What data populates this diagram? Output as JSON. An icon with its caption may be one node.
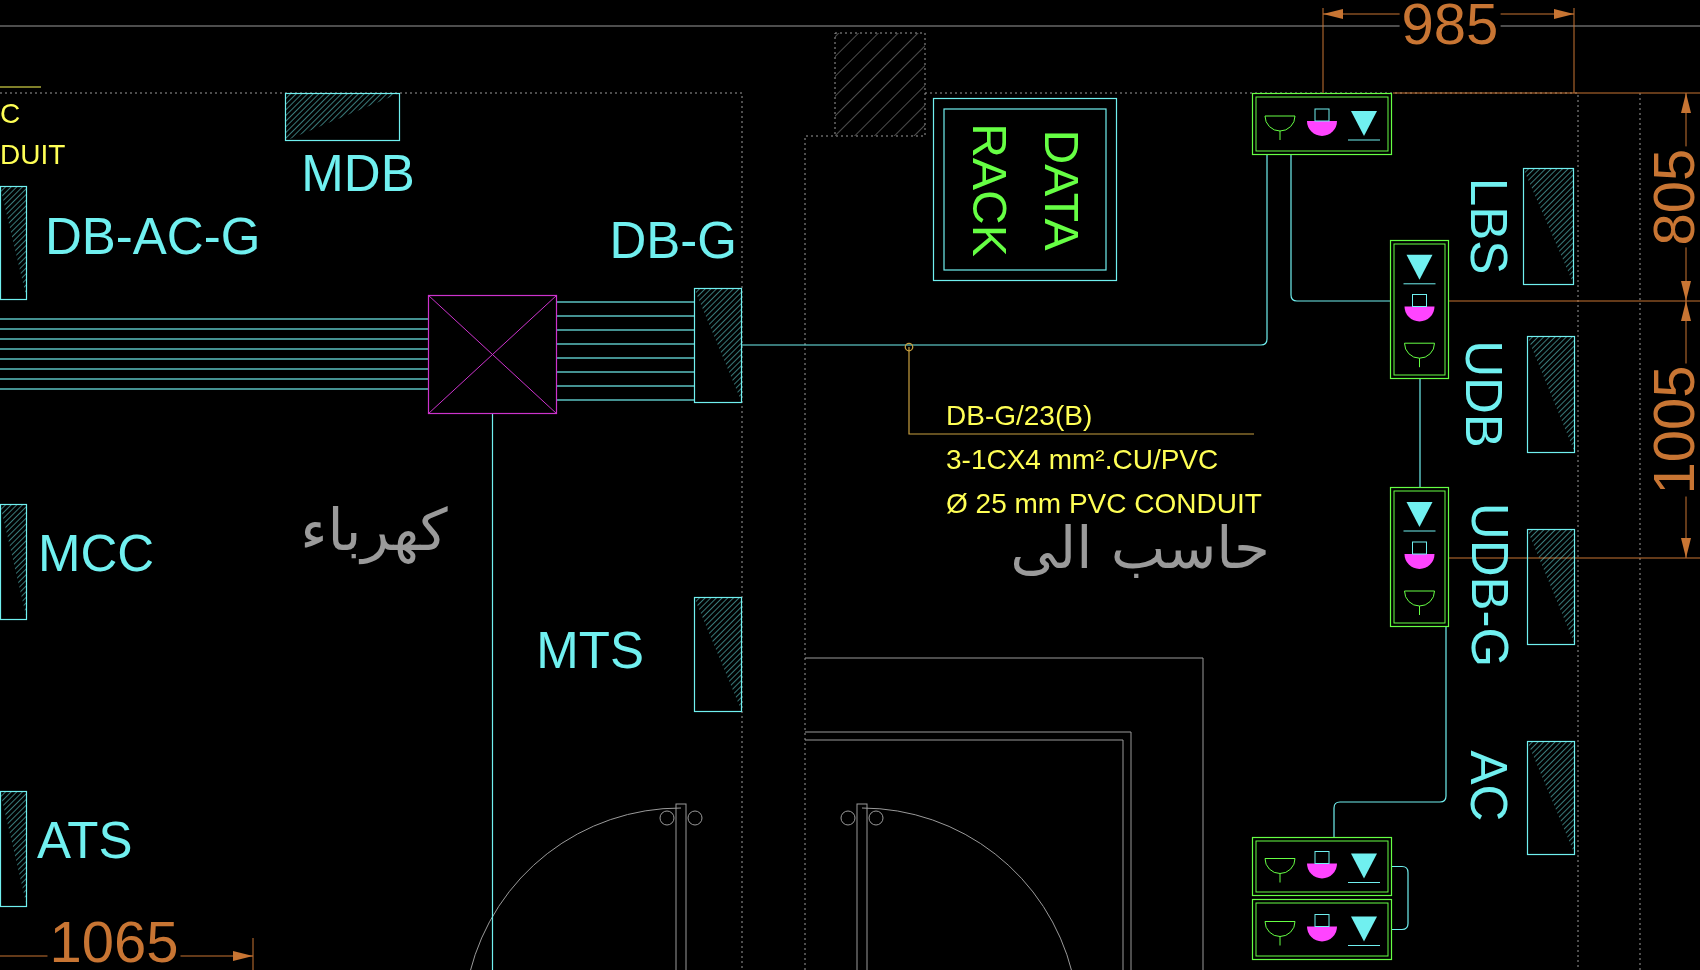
{
  "diagram": {
    "nodes": [
      {
        "text": [
          "MDB"
        ]
      },
      {
        "text": [
          "DB-AC-G"
        ]
      },
      {
        "text": [
          "DB-G"
        ]
      },
      {
        "text": [],
        "shape": "box"
      },
      {
        "text": [
          "MCC"
        ]
      },
      {
        "text": [
          "MTS"
        ]
      },
      {
        "text": [
          "ATS"
        ]
      },
      {
        "text": [
          "DATA RACK"
        ]
      },
      {
        "text": [],
        "shape": "box"
      },
      {
        "text": [
          "LBS"
        ]
      },
      {
        "text": [],
        "shape": "box"
      },
      {
        "text": [
          "UDB"
        ]
      },
      {
        "text": [],
        "shape": "box"
      },
      {
        "text": [
          "UDB-G"
        ]
      },
      {
        "text": [
          "AC"
        ]
      },
      {
        "text": [],
        "shape": "box"
      },
      {
        "text": [],
        "shape": "box"
      },
      {
        "text": [
          "DB-G/23(B)",
          "3-1CX4 mm².CU/PVC",
          "Ø 25 mm PVC CONDUIT"
        ]
      }
    ],
    "edges": [
      {
        "from": 3,
        "to": 2,
        "arrow": "none"
      },
      {
        "from": 3,
        "to": null,
        "arrow": "none"
      },
      {
        "from": 3,
        "to": null,
        "arrow": "none"
      },
      {
        "from": 2,
        "to": 8,
        "arrow": "none"
      },
      {
        "from": 8,
        "to": 10,
        "arrow": "none"
      },
      {
        "from": 10,
        "to": 12,
        "arrow": "none"
      },
      {
        "from": 12,
        "to": 15,
        "arrow": "none"
      },
      {
        "from": 15,
        "to": 16,
        "arrow": "none"
      },
      {
        "from": 17,
        "to": null,
        "arrow": "other",
        "color": "#c8a040"
      }
    ],
    "labels": [
      "C",
      "DUIT",
      "985",
      "805",
      "1005",
      "1065",
      "كهرباء",
      "حاسب الى"
    ]
  }
}
